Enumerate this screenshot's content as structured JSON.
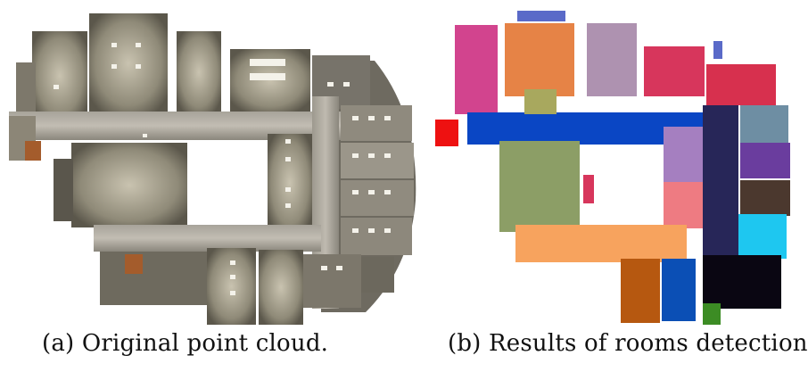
{
  "figure": {
    "panels": [
      {
        "id": "a",
        "caption": "(a) Original point cloud."
      },
      {
        "id": "b",
        "caption": "(b) Results of rooms detection."
      }
    ],
    "room_colors": [
      "#d2448e",
      "#e68346",
      "#ae92b0",
      "#d7365c",
      "#d7304e",
      "#0a46c4",
      "#a8a85e",
      "#ee1111",
      "#8c9e66",
      "#a57fc0",
      "#ee7b82",
      "#6e8ea3",
      "#6a3d9e",
      "#4b382e",
      "#1ec7f0",
      "#272658",
      "#f7a35e",
      "#b65810",
      "#0b4fb5",
      "#0a0612",
      "#3c8c24",
      "#5a6ac8"
    ]
  }
}
